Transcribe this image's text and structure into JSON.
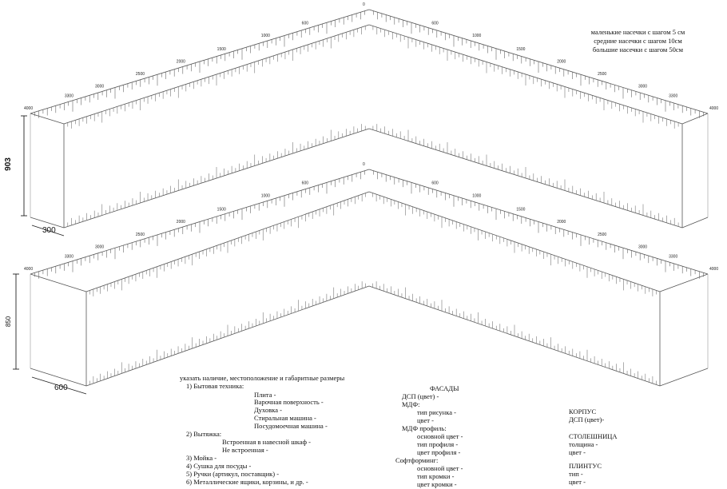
{
  "legend": {
    "small_ticks": "маленькие насечки с шагом 5 см",
    "medium_ticks": "средние насечки с шагом 10см",
    "large_ticks": "большие насечки с шагом 50см"
  },
  "ruler_labels": {
    "left": [
      "0",
      "600",
      "1000",
      "1500",
      "2000",
      "2500",
      "3000",
      "3300",
      "4000"
    ],
    "right": [
      "0",
      "600",
      "1000",
      "1500",
      "2000",
      "2500",
      "3000",
      "3300",
      "4000"
    ]
  },
  "dimensions": {
    "upper_height": "903",
    "upper_depth": "300",
    "lower_height": "850",
    "lower_depth": "600"
  },
  "appliances": {
    "intro": "указать наличие, местоположение и габаритные размеры",
    "item1": "1) Бытовая техника:",
    "stove": "Плита -",
    "hob": "Варочная поверхность -",
    "oven": "Духовка -",
    "washer": "Стиральная машина -",
    "dishwasher": "Посудомоечная машина -",
    "item2": "2) Вытяжка:",
    "hood_built": "Встроенная в навесной шкаф -",
    "hood_not_built": "Не встроенная -",
    "item3": "3) Мойка -",
    "item4": "4) Сушка для посуды -",
    "item5": "5) Ручки (артикул, поставщик) -",
    "item6": "6) Металлические ящики, корзины, и др. -"
  },
  "facades": {
    "title": "ФАСАДЫ",
    "dsp": "ДСП (цвет) -",
    "mdf": "МДФ:",
    "pattern": "тип рисунка -",
    "color": "цвет -",
    "mdf_profile": "МДФ профиль:",
    "main_color": "основной цвет -",
    "profile_type": "тип профиля -",
    "profile_color": "цвет профиля -",
    "softforming": "Софтформинг:",
    "sf_main_color": "основной цвет -",
    "edge_type": "тип кромки -",
    "edge_color": "цвет кромки -"
  },
  "body": {
    "title": "КОРПУС",
    "dsp": "ДСП (цвет)-"
  },
  "countertop": {
    "title": "СТОЛЕШНИЦА",
    "thickness": "толщина -",
    "color": "цвет -"
  },
  "plinth": {
    "title": "ПЛИНТУС",
    "type": "тип -",
    "color": "цвет -"
  }
}
